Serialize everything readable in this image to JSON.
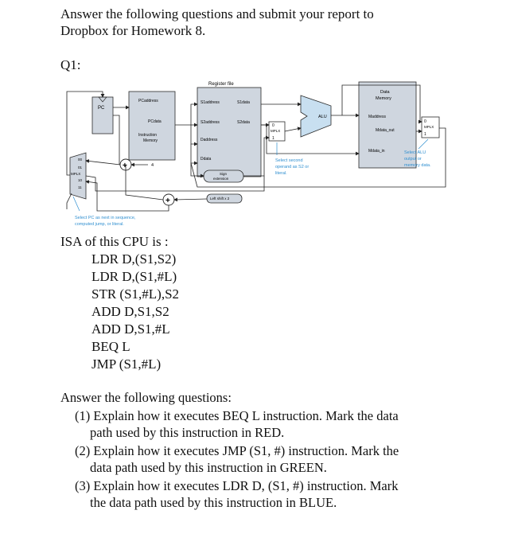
{
  "intro": {
    "line1": "Answer the following questions and submit your report to",
    "line2": "Dropbox for Homework 8."
  },
  "q1_label": "Q1:",
  "diagram": {
    "register_file": "Register file",
    "s1_address": "S1address",
    "s1_data": "S1data",
    "s2_address": "S2address",
    "s2_data": "S2data",
    "d_address": "Daddress",
    "d_data": "Ddata",
    "pc": "PC",
    "pc_address": "PCaddress",
    "pc_data": "PCdata",
    "instruction_memory_1": "Instruction",
    "instruction_memory_2": "Memory",
    "alu": "ALU",
    "data_memory_1": "Data",
    "data_memory_2": "Memory",
    "m_address": "Maddress",
    "m_data_out": "Mdata_out",
    "m_data_in": "Mdata_in",
    "mplx": "MPLX",
    "mux_0": "0",
    "mux_1": "1",
    "sel_00": "00",
    "sel_01": "01",
    "sel_10": "10",
    "sel_11": "11",
    "four": "4",
    "sign_extension_1": "Sign",
    "sign_extension_2": "extension",
    "left_shift": "Left shift x 2",
    "plus": "+",
    "note_select_second_1": "Select second",
    "note_select_second_2": "operand as S2 or",
    "note_select_second_3": "literal.",
    "note_select_alu_1": "Select ALU",
    "note_select_alu_2": "output or",
    "note_select_alu_3": "memory data.",
    "note_select_pc_1": "Select PC as next in sequence,",
    "note_select_pc_2": "computed jump, or literal."
  },
  "isa": {
    "title": "ISA of this CPU is :",
    "items": [
      "LDR D,(S1,S2)",
      "LDR D,(S1,#L)",
      "STR (S1,#L),S2",
      "ADD D,S1,S2",
      "ADD D,S1,#L",
      "BEQ L",
      "JMP (S1,#L)"
    ]
  },
  "questions": {
    "intro": "Answer the following questions:",
    "q1_line1": "(1) Explain how it executes BEQ L instruction. Mark the data",
    "q1_line2": "path used by this instruction in RED.",
    "q2_line1": "(2) Explain how it executes JMP (S1, #) instruction. Mark the",
    "q2_line2": "data path used by this instruction in GREEN.",
    "q3_line1": "(3) Explain how it executes LDR D, (S1, #) instruction. Mark",
    "q3_line2": "the data path used by this instruction in BLUE."
  },
  "colors": {
    "text": "#111111",
    "box_fill": "#cfd6df",
    "box_stroke": "#2a2a2a",
    "alu_fill": "#c8dff0",
    "note_blue": "#2f8fd0"
  }
}
